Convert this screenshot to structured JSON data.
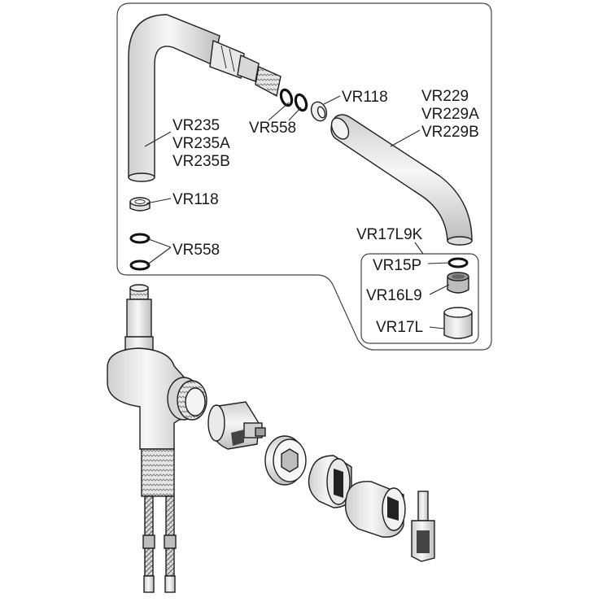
{
  "labels": {
    "spout_tall": [
      "VR235",
      "VR235A",
      "VR235B"
    ],
    "spout_short": [
      "VR229",
      "VR229A",
      "VR229B"
    ],
    "washer_top": "VR118",
    "washer_left": "VR118",
    "oring_top": "VR558",
    "oring_left": "VR558",
    "aerator_kit": "VR17L9K",
    "aerator_ring": "VR15P",
    "aerator_insert": "VR16L9",
    "aerator_housing": "VR17L"
  },
  "colors": {
    "line": "#1e1e1e",
    "part_fill": "#f2f2f2",
    "part_shade": "#d6d6d6",
    "dark": "#555555"
  }
}
